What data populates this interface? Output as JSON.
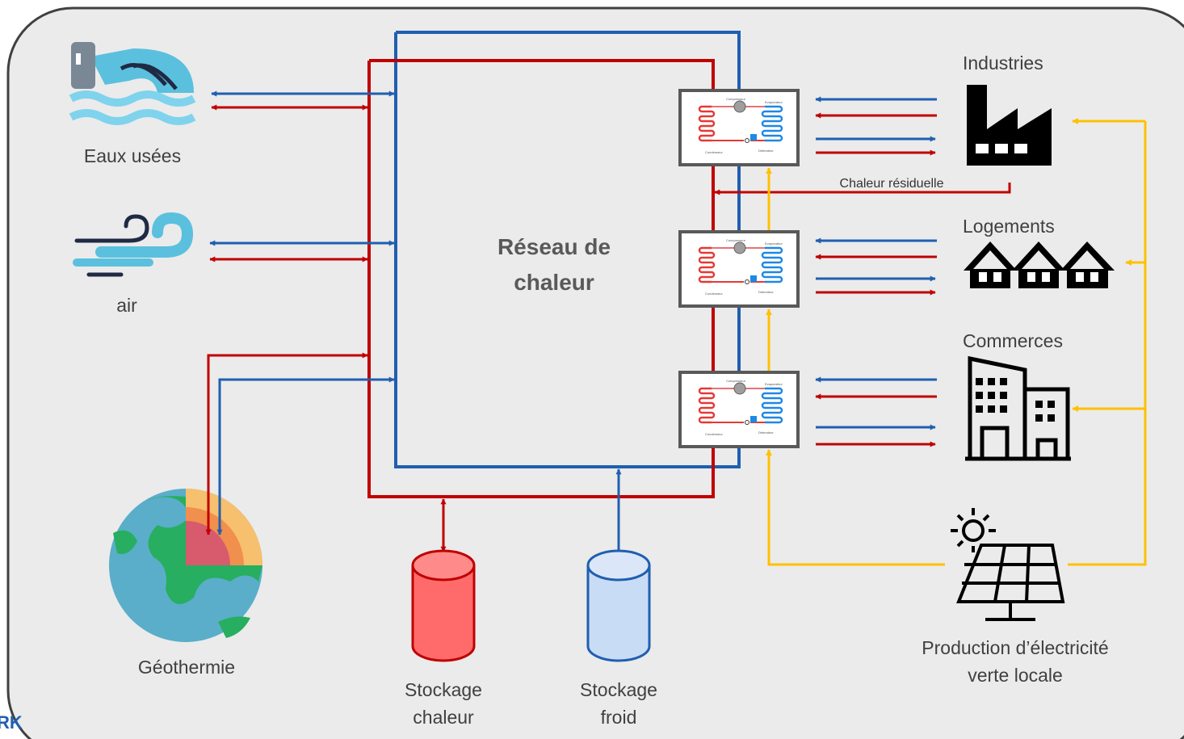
{
  "colors": {
    "background": "#ebebeb",
    "border": "#404040",
    "hot": "#c00000",
    "cold": "#1f5fb0",
    "electricity": "#ffc000",
    "heat_tank": "#ff6b6b",
    "cold_tank": "#c9dcf5"
  },
  "network": {
    "title_line1": "Réseau de",
    "title_line2": "chaleur"
  },
  "sources": {
    "wastewater": "Eaux usées",
    "air": "air",
    "geothermal": "Géothermie"
  },
  "storage": {
    "heat_line1": "Stockage",
    "heat_line2": "chaleur",
    "cold_line1": "Stockage",
    "cold_line2": "froid"
  },
  "consumers": {
    "industries": "Industries",
    "housing": "Logements",
    "commerce": "Commerces"
  },
  "waste_heat": "Chaleur résiduelle",
  "solar": {
    "line1": "Production d’électricité",
    "line2": "verte locale"
  },
  "heat_pump_labels": {
    "compressor": "Compresseur",
    "evaporator": "Evaporateur",
    "condenser": "Condenseur",
    "expansion": "Détendeur"
  },
  "logo_fragment": "RK"
}
